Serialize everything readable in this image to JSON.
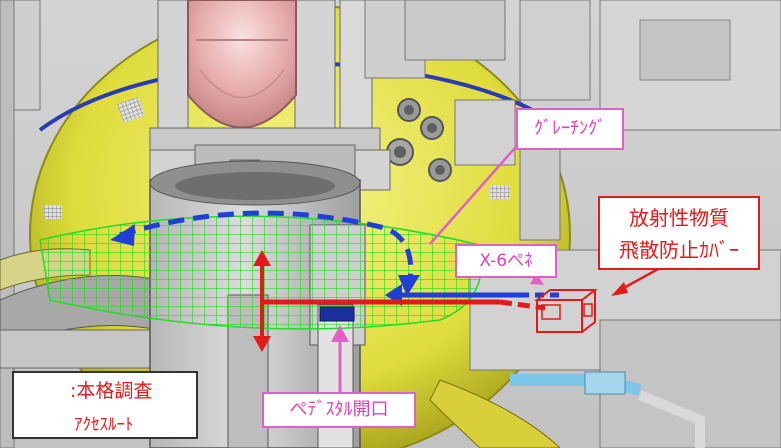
{
  "labels": {
    "grating": "ｸﾞﾚｰﾁﾝｸﾞ",
    "penetration": "X-6ぺﾈ",
    "cover_line1": "放射性物質",
    "cover_line2": "飛散防止ｶﾊﾞｰ",
    "pedestal_opening": "ぺﾃﾞｽﾀﾙ開口"
  },
  "legend": {
    "title": ":本格調査",
    "subtitle": "ｱｸｾｽﾙｰﾄ"
  },
  "colors": {
    "route_red": "#e31a1a",
    "route_blue": "#1f3fd6",
    "callout_pink": "#e060c8",
    "grating_green": "#22dd22",
    "vessel_yellow": "#e8e64a",
    "rpv_pink": "#e9b1b1"
  }
}
